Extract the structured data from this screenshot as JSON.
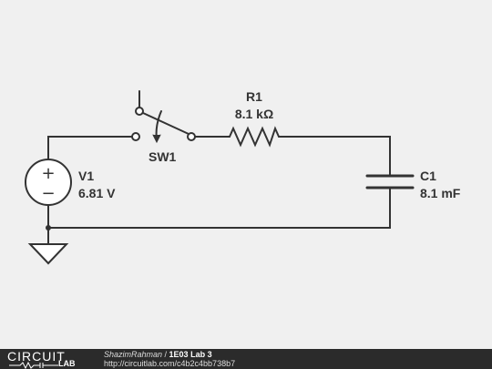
{
  "circuit": {
    "switch": {
      "name": "SW1"
    },
    "resistor": {
      "name": "R1",
      "value": "8.1 kΩ"
    },
    "source": {
      "name": "V1",
      "value": "6.81 V",
      "plus": "+",
      "minus": "−"
    },
    "capacitor": {
      "name": "C1",
      "value": "8.1 mF"
    }
  },
  "footer": {
    "logo_top": "CIRCUIT",
    "logo_bottom": "LAB",
    "author": "ShazimRahman",
    "separator": " / ",
    "title": "1E03 Lab 3",
    "url": "http://circuitlab.com/c4b2c4bb738b7"
  },
  "colors": {
    "wire": "#333333",
    "background": "#f0f0f0",
    "footer": "#2b2b2b"
  }
}
